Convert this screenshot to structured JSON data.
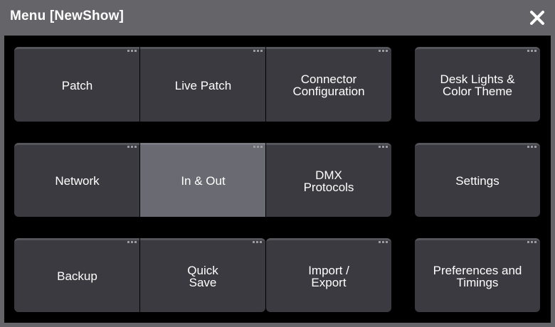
{
  "window": {
    "title": "Menu [NewShow]",
    "close_icon": "close-icon"
  },
  "buttons": {
    "patch": "Patch",
    "live_patch": "Live Patch",
    "connector_configuration": "Connector\nConfiguration",
    "desk_lights": "Desk Lights &\nColor Theme",
    "network": "Network",
    "in_out": "In & Out",
    "dmx_protocols": "DMX\nProtocols",
    "settings": "Settings",
    "backup": "Backup",
    "quick_save": "Quick\nSave",
    "import_export": "Import /\nExport",
    "preferences": "Preferences and\nTimings"
  },
  "colors": {
    "background": "#000000",
    "button": "#3a3a40",
    "button_active": "#6a6a72",
    "titlebar": "#646469",
    "text": "#ffffff"
  },
  "active_button": "in_out"
}
